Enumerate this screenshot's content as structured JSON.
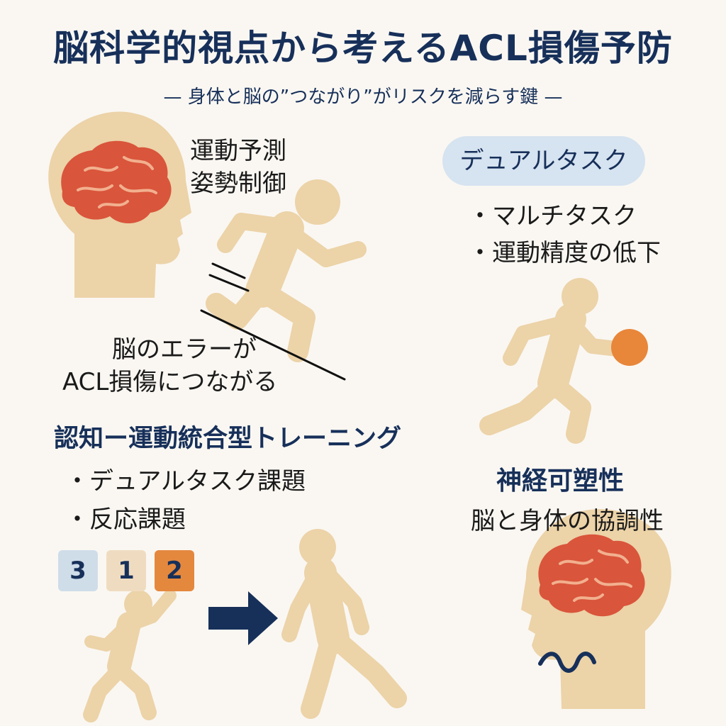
{
  "title": "脳科学的視点から考えるACL損傷予防",
  "subtitle": "— 身体と脳の”つながり”がリスクを減らす鍵 —",
  "top_left": {
    "lines": [
      "運動予測",
      "姿勢制御"
    ],
    "error_lines": [
      "脳のエラーが",
      "ACL損傷につながる"
    ]
  },
  "top_right": {
    "pill": "デュアルタスク",
    "bullets": [
      "・マルチタスク",
      "・運動精度の低下"
    ]
  },
  "bottom_left": {
    "heading": "認知ー運動統合型トレーニング",
    "bullets": [
      "・デュアルタスク課題",
      "・反応課題"
    ],
    "numbers": [
      "3",
      "1",
      "2"
    ]
  },
  "bottom_right": {
    "heading": "神経可塑性",
    "text": "脳と身体の協調性"
  },
  "colors": {
    "navy": "#17305a",
    "brain": "#d9553b",
    "skin": "#ecd3a8",
    "ball": "#e8863a",
    "pill": "#d6e3f0",
    "box_blue": "#cfdde9",
    "box_beige": "#efdcc0",
    "box_orange": "#e4883e"
  }
}
